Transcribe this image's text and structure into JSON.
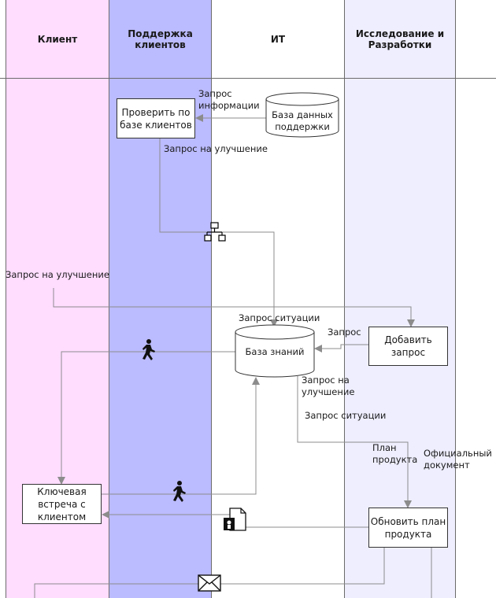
{
  "lanes": [
    {
      "title": "Клиент",
      "color": "#ffddff"
    },
    {
      "title": "Поддержка клиентов",
      "color": "#bbbbff"
    },
    {
      "title": "ИТ",
      "color": "#ffffff"
    },
    {
      "title": "Исследование и Разработки",
      "color": "#eeeeff"
    }
  ],
  "nodes": {
    "check_db": "Проверить по базе клиентов",
    "support_db": "База данных поддержки",
    "knowledge_base": "База знаний",
    "add_request": "Добавить запрос",
    "key_meeting": "Ключевая встреча с клиентом",
    "update_plan": "Обновить план продукта"
  },
  "labels": {
    "info_request": "Запрос информации",
    "improve_request_1": "Запрос на улучшение",
    "improve_request_2": "Запрос на улучшение",
    "situation_request_1": "Запрос ситуации",
    "request": "Запрос",
    "improve_request_3": "Запрос на улучшение",
    "situation_request_2": "Запрос ситуации",
    "product_plan": "План продукта",
    "official_doc": "Официальный документ"
  },
  "icons": [
    "network-icon",
    "running-person-icon",
    "running-person-icon",
    "document-icon",
    "envelope-icon",
    "info-badge-icon"
  ]
}
